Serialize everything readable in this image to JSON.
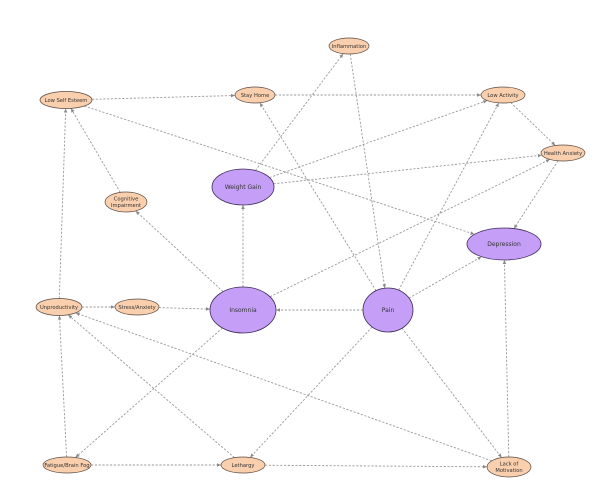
{
  "colors": {
    "small_fill": "#f9cfae",
    "small_stroke": "#5a4a40",
    "big_fill": "#c59ff7",
    "big_stroke": "#3d2b55",
    "edge": "#9a9a9a",
    "arrow": "#8a8a8a"
  },
  "nodes": [
    {
      "id": "inflammation",
      "lines": [
        "Inflammation"
      ],
      "kind": "small"
    },
    {
      "id": "low-self-esteem",
      "lines": [
        "Low Self Esteem"
      ],
      "kind": "small"
    },
    {
      "id": "stay-home",
      "lines": [
        "Stay Home"
      ],
      "kind": "small"
    },
    {
      "id": "low-activity",
      "lines": [
        "Low Activity"
      ],
      "kind": "small"
    },
    {
      "id": "health-anxiety",
      "lines": [
        "Health Anxiety"
      ],
      "kind": "small"
    },
    {
      "id": "weight-gain",
      "lines": [
        "Weight Gain"
      ],
      "kind": "big"
    },
    {
      "id": "cognitive-impairment",
      "lines": [
        "Cognitive",
        "Impairment"
      ],
      "kind": "small"
    },
    {
      "id": "depression",
      "lines": [
        "Depression"
      ],
      "kind": "big"
    },
    {
      "id": "unproductivity",
      "lines": [
        "Unproductivity"
      ],
      "kind": "small"
    },
    {
      "id": "stress-anxiety",
      "lines": [
        "Stress/Anxiety"
      ],
      "kind": "small"
    },
    {
      "id": "insomnia",
      "lines": [
        "Insomnia"
      ],
      "kind": "big"
    },
    {
      "id": "pain",
      "lines": [
        "Pain"
      ],
      "kind": "big"
    },
    {
      "id": "fatigue-brain-fog",
      "lines": [
        "Fatigue/Brain Fog"
      ],
      "kind": "small"
    },
    {
      "id": "lethargy",
      "lines": [
        "Lethargy"
      ],
      "kind": "small"
    },
    {
      "id": "lack-of-motivation",
      "lines": [
        "Lack of",
        "Motivation"
      ],
      "kind": "small"
    }
  ],
  "edges": [
    {
      "from": "low-self-esteem",
      "to": "stay-home"
    },
    {
      "from": "stay-home",
      "to": "low-activity"
    },
    {
      "from": "low-activity",
      "to": "health-anxiety"
    },
    {
      "from": "low-self-esteem",
      "to": "depression"
    },
    {
      "from": "health-anxiety",
      "to": "depression"
    },
    {
      "from": "weight-gain",
      "to": "inflammation"
    },
    {
      "from": "weight-gain",
      "to": "health-anxiety"
    },
    {
      "from": "weight-gain",
      "to": "low-activity"
    },
    {
      "from": "inflammation",
      "to": "pain"
    },
    {
      "from": "insomnia",
      "to": "weight-gain"
    },
    {
      "from": "insomnia",
      "to": "cognitive-impairment"
    },
    {
      "from": "insomnia",
      "to": "health-anxiety"
    },
    {
      "from": "insomnia",
      "to": "fatigue-brain-fog"
    },
    {
      "from": "stress-anxiety",
      "to": "insomnia"
    },
    {
      "from": "pain",
      "to": "insomnia"
    },
    {
      "from": "pain",
      "to": "stay-home"
    },
    {
      "from": "pain",
      "to": "low-activity"
    },
    {
      "from": "pain",
      "to": "depression"
    },
    {
      "from": "pain",
      "to": "lethargy"
    },
    {
      "from": "pain",
      "to": "lack-of-motivation"
    },
    {
      "from": "cognitive-impairment",
      "to": "low-self-esteem"
    },
    {
      "from": "unproductivity",
      "to": "low-self-esteem"
    },
    {
      "from": "unproductivity",
      "to": "stress-anxiety"
    },
    {
      "from": "fatigue-brain-fog",
      "to": "unproductivity"
    },
    {
      "from": "fatigue-brain-fog",
      "to": "lethargy"
    },
    {
      "from": "lethargy",
      "to": "unproductivity"
    },
    {
      "from": "lethargy",
      "to": "lack-of-motivation"
    },
    {
      "from": "lack-of-motivation",
      "to": "unproductivity"
    },
    {
      "from": "lack-of-motivation",
      "to": "depression"
    }
  ]
}
